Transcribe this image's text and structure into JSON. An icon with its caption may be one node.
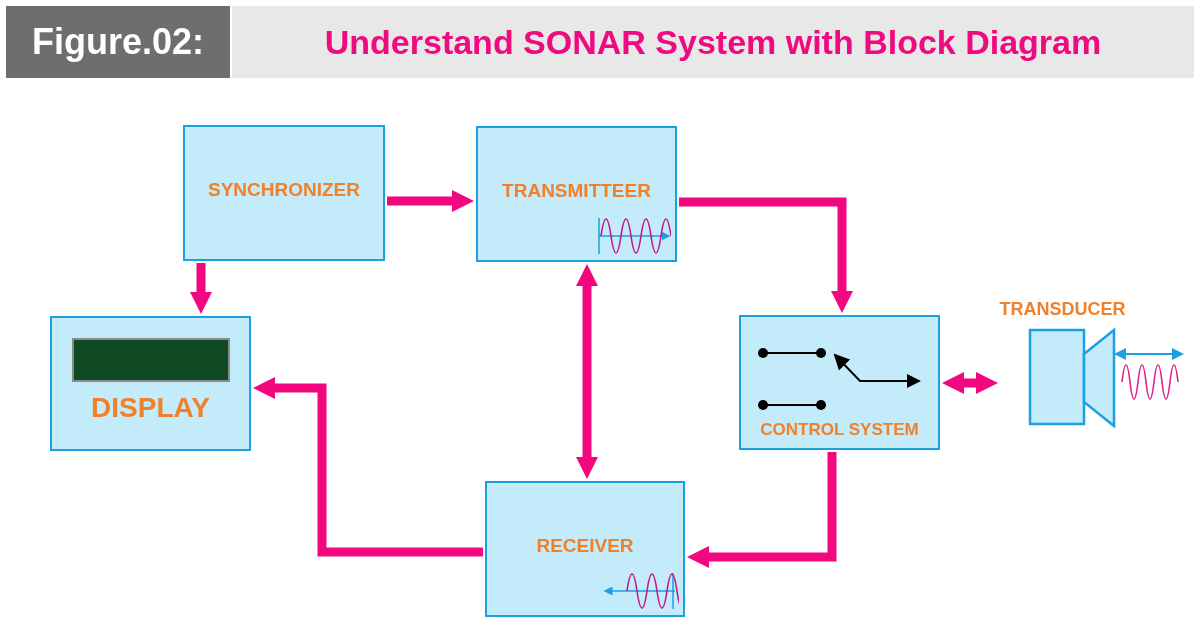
{
  "diagram": {
    "title": "Understand SONAR System with Block Diagram",
    "nodes": [
      {
        "text": [
          "SYNCHRONIZER"
        ]
      },
      {
        "text": [
          "TRANSMITTEER"
        ]
      },
      {
        "text": [
          "DISPLAY"
        ]
      },
      {
        "text": [
          "CONTROL SYSTEM"
        ]
      },
      {
        "text": [
          "TRANSDUCER"
        ]
      },
      {
        "text": [
          "RECEIVER"
        ]
      }
    ],
    "edges": [
      {
        "from": 0,
        "to": 1,
        "arrow": "to"
      },
      {
        "from": 0,
        "to": 2,
        "arrow": "to"
      },
      {
        "from": 1,
        "to": 3,
        "arrow": "to"
      },
      {
        "from": 1,
        "to": 5,
        "arrow": "both"
      },
      {
        "from": 3,
        "to": 4,
        "arrow": "both"
      },
      {
        "from": 3,
        "to": 5,
        "arrow": "to"
      },
      {
        "from": 5,
        "to": 2,
        "arrow": "to"
      }
    ],
    "labels": [
      "Figure.02:"
    ]
  }
}
